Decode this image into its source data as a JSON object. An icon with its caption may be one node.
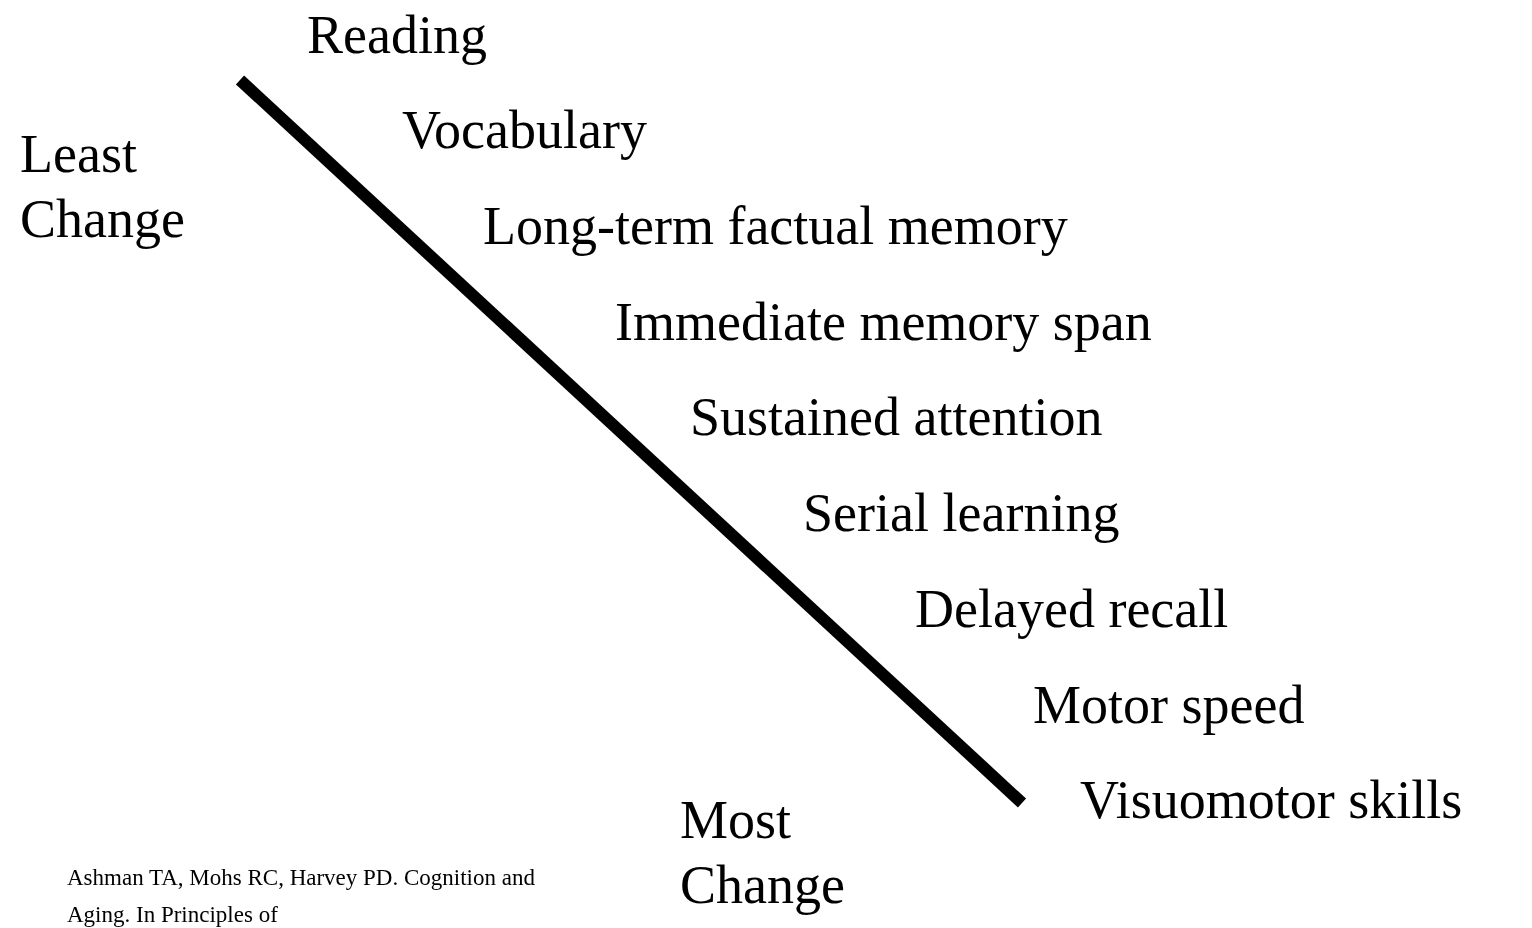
{
  "diagram": {
    "labels": [
      "Reading",
      "Vocabulary",
      "Least Change",
      "Long-term factual memory",
      "Immediate memory span",
      "Sustained attention",
      "Serial learning",
      "Delayed recall",
      "Motor speed",
      "Visuomotor skills",
      "Most Change",
      "Ashman TA, Mohs RC, Harvey PD. Cognition and Aging.  In Principles of"
    ]
  }
}
